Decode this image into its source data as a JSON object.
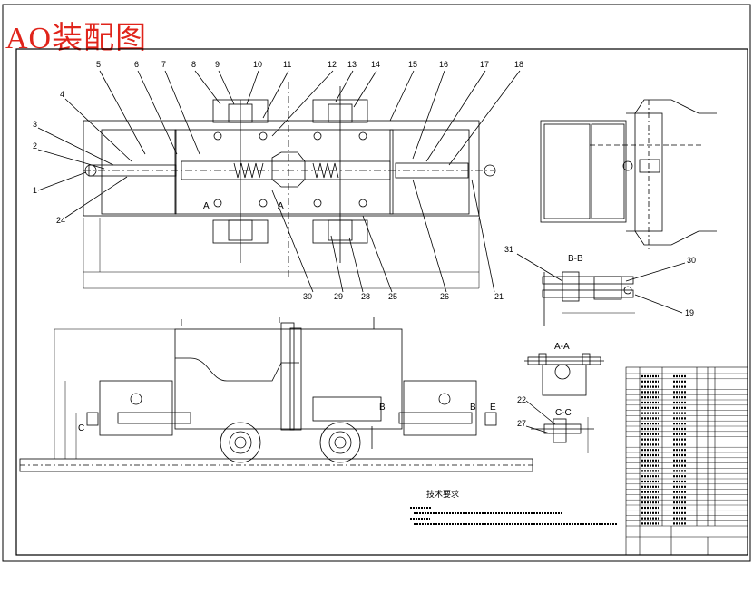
{
  "title": "AO装配图",
  "part_numbers_top": [
    "5",
    "6",
    "7",
    "8",
    "9",
    "10",
    "11",
    "12",
    "13",
    "14",
    "15",
    "16",
    "17",
    "18"
  ],
  "part_numbers_left": [
    "4",
    "3",
    "2",
    "1",
    "24"
  ],
  "part_numbers_bottom": [
    "30",
    "29",
    "28",
    "25",
    "26",
    "21"
  ],
  "section_labels": {
    "aa_left": "A",
    "aa_right": "A",
    "bb_view": "B-B",
    "aa_view": "A-A",
    "cc_view": "C-C",
    "b_left": "B",
    "b_right": "B",
    "c_mark": "C",
    "e_mark": "E"
  },
  "bb_callouts": [
    "31",
    "30",
    "19"
  ],
  "cc_callouts": [
    "22",
    "27"
  ],
  "notes_heading": "技术要求",
  "colors": {
    "title": "#e0241b",
    "lines": "#000000"
  }
}
